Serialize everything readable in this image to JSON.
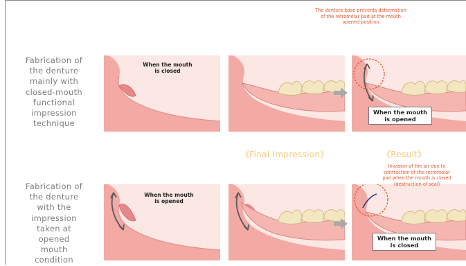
{
  "row1": {
    "label_lines": [
      "Fabrication of",
      "the denture",
      "mainly with",
      "closed-mouth",
      "functional",
      "impression",
      "technique"
    ],
    "caption_lines": [
      "When the mouth",
      "is closed"
    ],
    "result_callout_lines": [
      "When the mouth",
      "is opened"
    ],
    "note_lines": [
      "The denture base prevents deformation",
      "of the retromolar pad at the mouth",
      "opened position"
    ]
  },
  "middle": {
    "final_impression": "《Final Impression》",
    "result": "《Result》"
  },
  "row2": {
    "label_lines": [
      "Fabrication of",
      "the denture",
      "with the",
      "impression",
      "taken at",
      "opened",
      "mouth",
      "condition"
    ],
    "caption_lines": [
      "When the mouth",
      "is opened"
    ],
    "result_callout_lines": [
      "When the mouth",
      "is closed"
    ],
    "note_lines": [
      "Invasion of the air due to",
      "contraction of the retromolar",
      "pad when the mouth is closed",
      "(destruction of seal)"
    ]
  },
  "colors": {
    "gum": "#f3a9a4",
    "gum_dark": "#e07b7b",
    "pad": "#e8878a",
    "panel_bg": "#fbe7e3",
    "note": "#e2552a",
    "mid_label": "#f6c878",
    "label_gray": "#7d7d7d"
  },
  "icons": [
    "right-arrow-icon",
    "double-headed-curved-arrow-icon",
    "dashed-circle-icon"
  ]
}
